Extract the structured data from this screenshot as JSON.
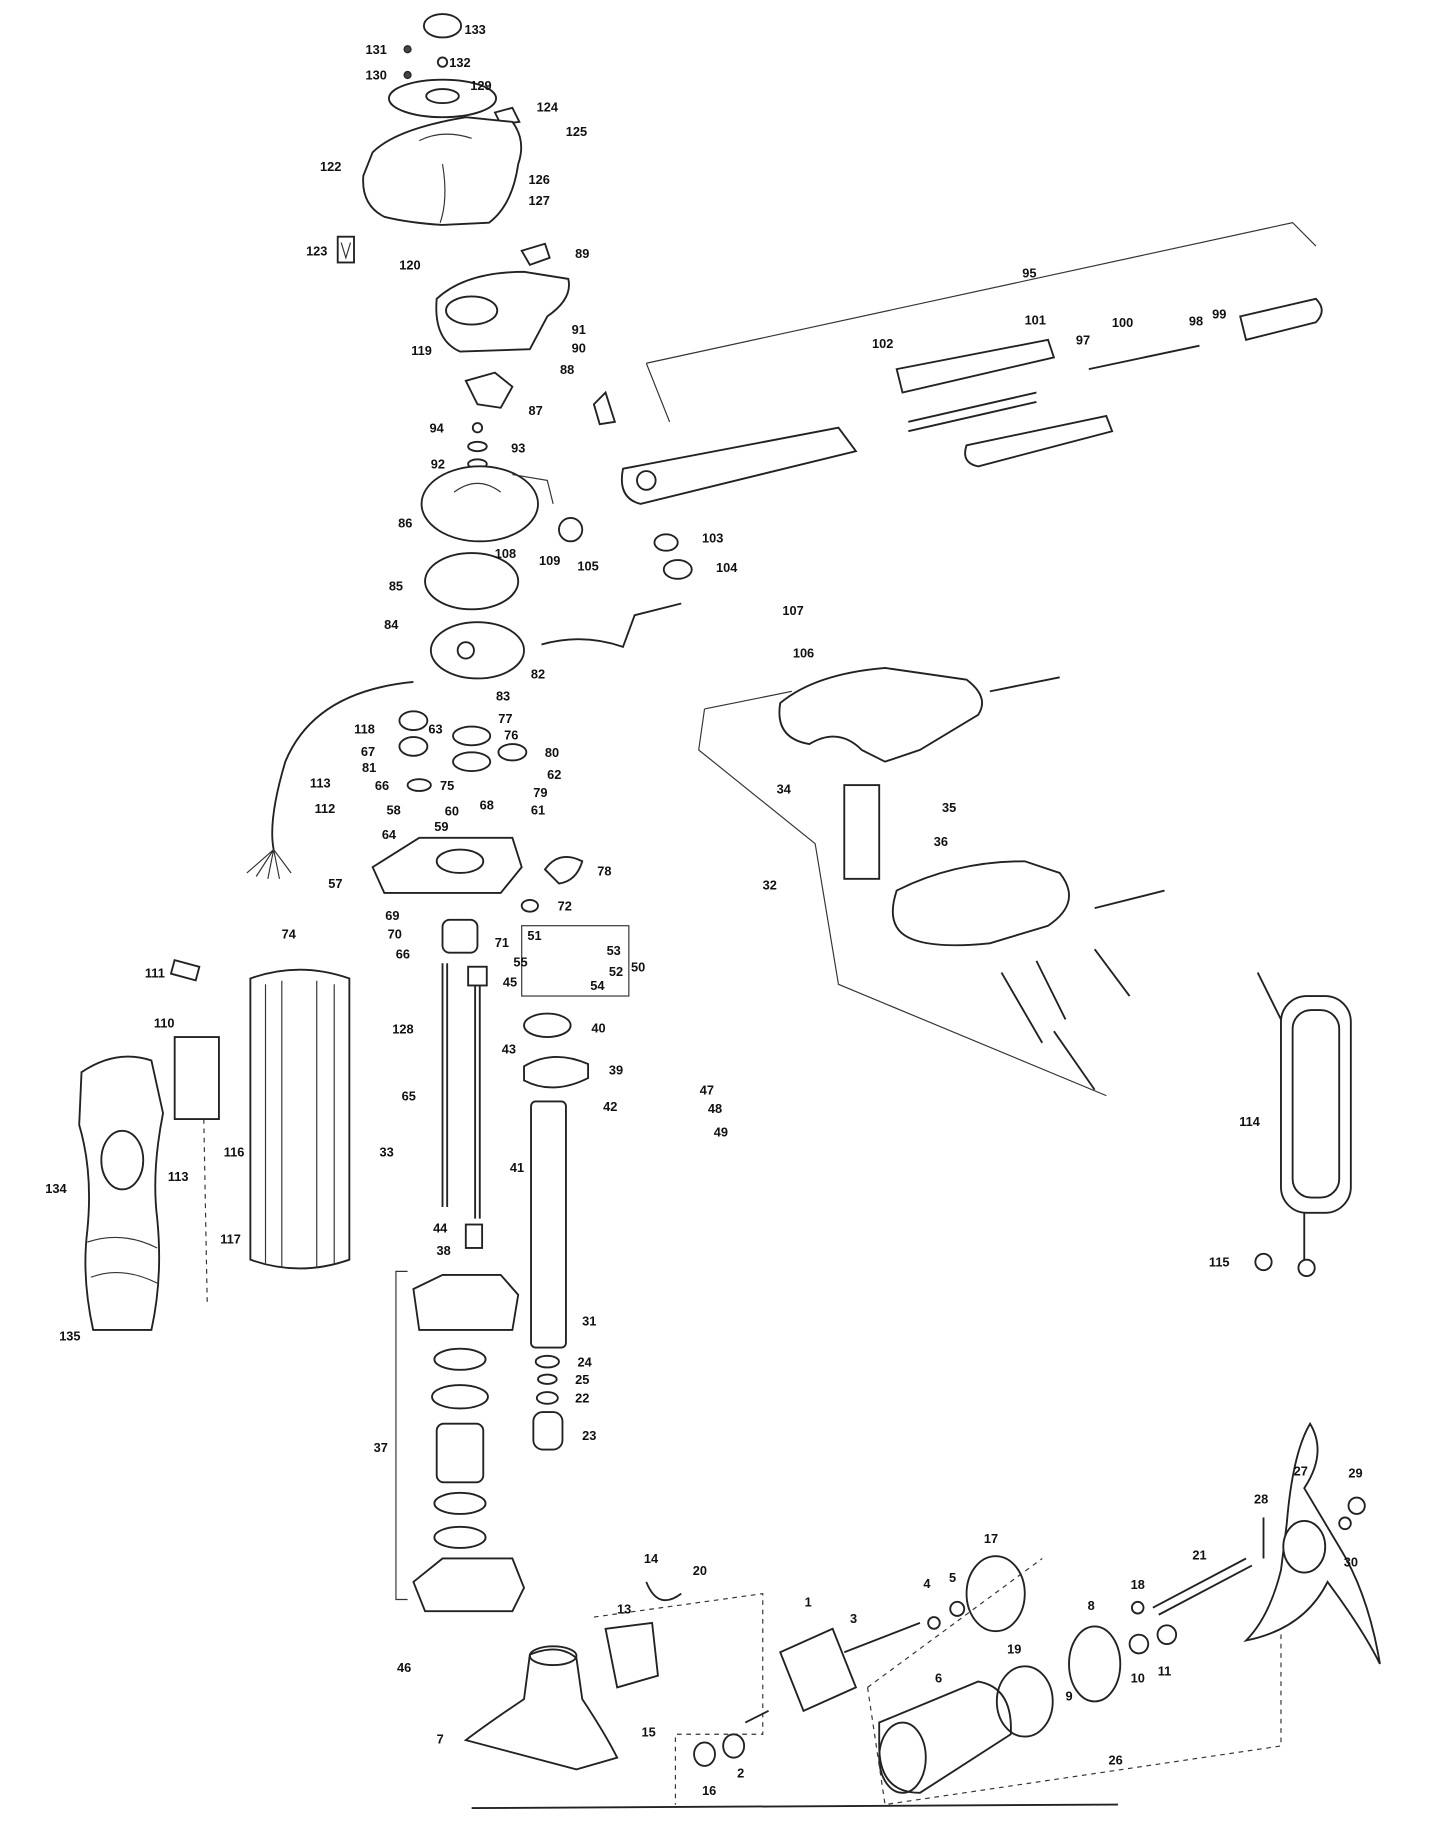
{
  "diagram": {
    "type": "exploded-parts-diagram",
    "parts": [
      "133",
      "131",
      "132",
      "130",
      "129",
      "124",
      "125",
      "122",
      "126",
      "127",
      "123",
      "120",
      "89",
      "95",
      "91",
      "90",
      "119",
      "101",
      "100",
      "98",
      "99",
      "102",
      "97",
      "88",
      "87",
      "94",
      "93",
      "92",
      "86",
      "108",
      "109",
      "105",
      "103",
      "104",
      "85",
      "84",
      "107",
      "106",
      "82",
      "83",
      "77",
      "118",
      "63",
      "76",
      "80",
      "67",
      "81",
      "62",
      "66",
      "75",
      "79",
      "113",
      "68",
      "61",
      "112",
      "58",
      "60",
      "59",
      "64",
      "34",
      "35",
      "36",
      "57",
      "78",
      "32",
      "69",
      "72",
      "74",
      "70",
      "71",
      "51",
      "53",
      "111",
      "55",
      "52",
      "50",
      "66",
      "45",
      "54",
      "128",
      "40",
      "110",
      "43",
      "39",
      "65",
      "47",
      "48",
      "42",
      "49",
      "114",
      "116",
      "33",
      "113",
      "41",
      "134",
      "117",
      "44",
      "38",
      "115",
      "135",
      "31",
      "24",
      "25",
      "22",
      "23",
      "37",
      "27",
      "29",
      "28",
      "30",
      "21",
      "17",
      "14",
      "20",
      "18",
      "4",
      "5",
      "8",
      "13",
      "1",
      "3",
      "19",
      "6",
      "10",
      "11",
      "9",
      "46",
      "15",
      "7",
      "26",
      "16",
      "2"
    ]
  }
}
